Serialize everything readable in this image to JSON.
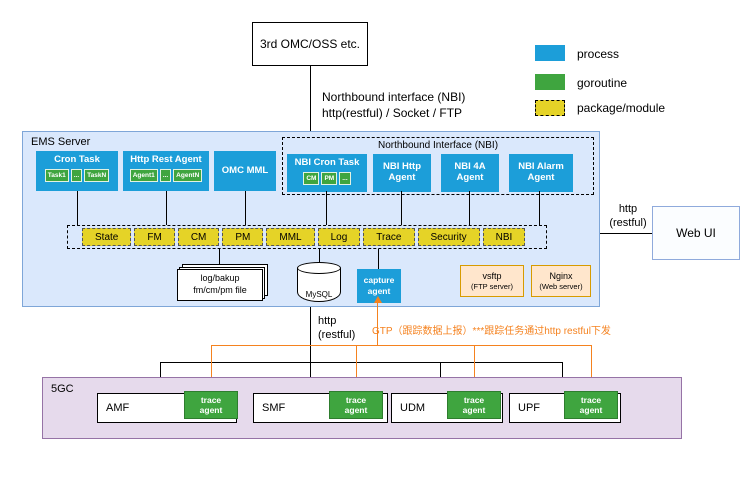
{
  "top_box": {
    "label": "3rd OMC/OSS etc."
  },
  "nbi_link": {
    "line1": "Northbound interface (NBI)",
    "line2": "http(restful) / Socket / FTP"
  },
  "legend": {
    "items": [
      {
        "label": "process",
        "color": "#1C9ED9"
      },
      {
        "label": "goroutine",
        "color": "#3FA53F"
      },
      {
        "label": "package/module",
        "color": "#E5D327"
      }
    ]
  },
  "ems": {
    "title": "EMS Server",
    "proc": [
      {
        "title": "Cron Task",
        "children": [
          "Task1",
          "...",
          "TaskN"
        ]
      },
      {
        "title": "Http Rest Agent",
        "children": [
          "Agent1",
          "...",
          "AgentN"
        ]
      },
      {
        "title": "OMC MML"
      }
    ],
    "nbi_group": {
      "title": "Northbound Interface (NBI)",
      "proc": [
        {
          "title": "NBI Cron Task",
          "children": [
            "CM",
            "PM",
            "..."
          ]
        },
        {
          "title": "NBI Http Agent"
        },
        {
          "title": "NBI 4A Agent"
        },
        {
          "title": "NBI Alarm Agent"
        }
      ]
    },
    "modules": [
      "State",
      "FM",
      "CM",
      "PM",
      "MML",
      "Log",
      "Trace",
      "Security",
      "NBI"
    ],
    "storage": {
      "file": {
        "line1": "log/bakup",
        "line2": "fm/cm/pm file"
      },
      "db": {
        "label": "MySQL"
      },
      "capture": {
        "line1": "capture",
        "line2": "agent"
      },
      "vsftp": {
        "line1": "vsftp",
        "line2": "(FTP server)"
      },
      "nginx": {
        "line1": "Nginx",
        "line2": "(Web server)"
      }
    }
  },
  "web_ui": {
    "label": "Web UI"
  },
  "east_link": {
    "line1": "http",
    "line2": "(restful)"
  },
  "south_link": {
    "line1": "http",
    "line2": "(restful)"
  },
  "gtp_note": "GTP（跟踪数据上报）***跟踪任务通过http restful下发",
  "core": {
    "title": "5GC",
    "nfs": [
      {
        "name": "AMF",
        "agent": {
          "line1": "trace",
          "line2": "agent"
        }
      },
      {
        "name": "SMF",
        "agent": {
          "line1": "trace",
          "line2": "agent"
        }
      },
      {
        "name": "UDM",
        "agent": {
          "line1": "trace",
          "line2": "agent"
        }
      },
      {
        "name": "UPF",
        "agent": {
          "line1": "trace",
          "line2": "agent"
        }
      }
    ]
  },
  "colors": {
    "process": "#1C9ED9",
    "goroutine": "#3FA53F",
    "package_module": "#E5D327",
    "accent_orange": "#F5821F",
    "ems_fill": "#DAE8FC",
    "core_fill": "#E6DAEC",
    "server_fill": "#FFE6CC"
  }
}
